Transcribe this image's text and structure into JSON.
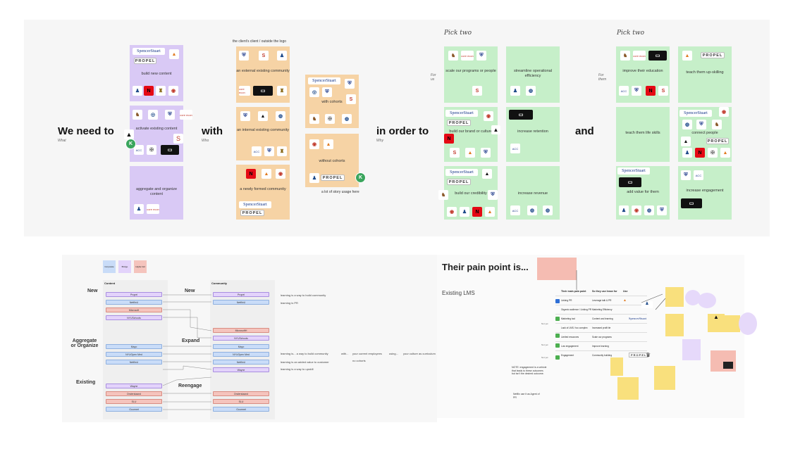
{
  "top_board": {
    "labels": {
      "we_need_to": "We need to",
      "with": "with",
      "in_order_to": "in order to",
      "and": "and"
    },
    "sublabels": {
      "what": "What",
      "who": "Who",
      "why": "Why",
      "for_us": "For us",
      "for_them": "For them"
    },
    "pick_two": "Pick two",
    "client_header": "the client's client / outside the logo",
    "story_note": "a lot of story usage here",
    "what_notes": [
      "build new content",
      "activate existing content",
      "aggregate and organize content"
    ],
    "who_notes": [
      "an external existing community",
      "an internal existing community",
      "a newly formed community"
    ],
    "cohort_notes": [
      "with cohorts",
      "without cohorts"
    ],
    "for_us_notes": [
      "scale our programs or people",
      "streamline operational efficiency",
      "build our brand or culture",
      "increase retention",
      "build our credibility",
      "increase revenue"
    ],
    "for_them_notes": [
      "improve their education",
      "teach them up-skilling",
      "teach them life skills",
      "connect people",
      "add value for them",
      "increase engagement"
    ],
    "brand": {
      "spencer": "SpencerStuart",
      "propel": "PROPEL",
      "acc": "ACC",
      "core": "core econ",
      "avatar": "K"
    }
  },
  "flow_board": {
    "legend": [
      "Corporate",
      "Bridge",
      "Higher Ed"
    ],
    "col_content": "Content",
    "col_community": "Community",
    "stage_new": "New",
    "stage_aggregate": "Aggregate or Organize",
    "stage_existing": "Existing",
    "mid_new": "New",
    "mid_expand": "Expand",
    "mid_reengage": "Reengage",
    "content_pills": [
      "Propel",
      "NetflixU",
      "Microsoft",
      "NYUSchools",
      "Mayo",
      "NYUOpen Med",
      "NetflixU",
      "Wayne",
      "Onderstaand",
      "SLU",
      "Gourmet"
    ],
    "community_pills": [
      "Propel",
      "NetflixU",
      "MicrosoftH",
      "NYUSchools",
      "Mayo",
      "NYUOpen Med",
      "NetflixU",
      "Wayne",
      "Onderstaand",
      "SLU",
      "Gourmet"
    ],
    "statements": [
      "learning is a way to build community",
      "learning is PR",
      "learning is... a way to build community",
      "with...",
      "your current employees",
      "using...",
      "your culture as curriculum",
      "learning is an added value to customer",
      "no cohorts",
      "learning is a way to upskill"
    ]
  },
  "pain_board": {
    "title": "Their pain point is...",
    "existing_lms": "Existing LMS",
    "table_headers": [
      "Their main pain point",
      "So they use Innov for",
      "Use"
    ],
    "rows": [
      "Linking PR",
      "Organic audience / Linking PR",
      "Marketing tool",
      "Lack of LMS / too complex",
      "Limited resources",
      "Low engagement",
      "Engagement"
    ],
    "row_values": [
      "Leverage talk & PR",
      "Marketing Efficiency",
      "Content and learning",
      "Increased profit tie",
      "Scale our programs",
      "Improve learning",
      "Community building"
    ],
    "row_tags": [
      "Not yet",
      "Not yet",
      "Not yet",
      "Not yet"
    ],
    "note_text": "NOTE: engagement is a vehicle that leads to these outcomes but isn't the desired outcome.",
    "footer_text": "Netflix use it as Agent of PR"
  }
}
